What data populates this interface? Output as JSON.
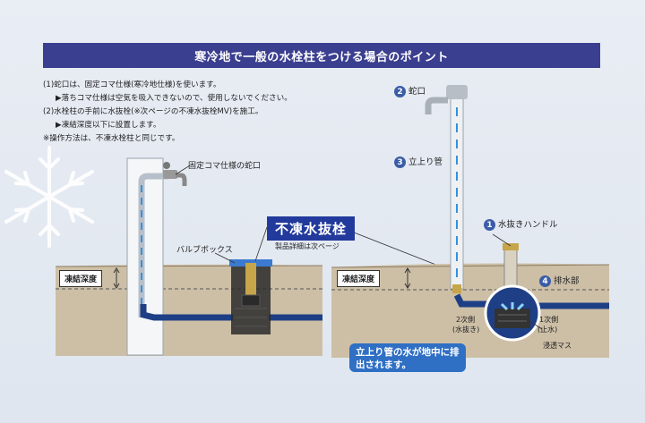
{
  "title": "寒冷地で一般の水栓柱をつける場合のポイント",
  "notes": [
    "(1)蛇口は、固定コマ仕様(寒冷地仕様)を使います。",
    "▶落ちコマ仕様は空気を吸入できないので、使用しないでください。",
    "(2)水栓柱の手前に水抜栓(※次ページの不凍水抜栓MV)を施工。",
    "▶凍結深度以下に設置します。",
    "※操作方法は、不凍水栓柱と同じです。"
  ],
  "left": {
    "faucet_label": "固定コマ仕様の蛇口",
    "valve_box_label": "バルブボックス",
    "freeze_depth": "凍結深度"
  },
  "product": {
    "name": "不凍水抜栓",
    "note": "製品詳細は次ページ"
  },
  "right": {
    "freeze_depth": "凍結深度",
    "parts": [
      {
        "num": "2",
        "label": "蛇口"
      },
      {
        "num": "3",
        "label": "立上り管"
      },
      {
        "num": "1",
        "label": "水抜きハンドル"
      },
      {
        "num": "4",
        "label": "排水部"
      }
    ],
    "side2": "2次側",
    "side2_sub": "(水抜き)",
    "side1": "1次側",
    "side1_sub": "(止水)",
    "basin": "浸透マス",
    "callout": "立上り管の水が地中に排出されます。"
  },
  "colors": {
    "banner": "#3b3f8f",
    "pipe": "#1e3f86",
    "water": "#3a8fd8",
    "ground": "#cdbfa6",
    "badge": "#3b5da8"
  }
}
